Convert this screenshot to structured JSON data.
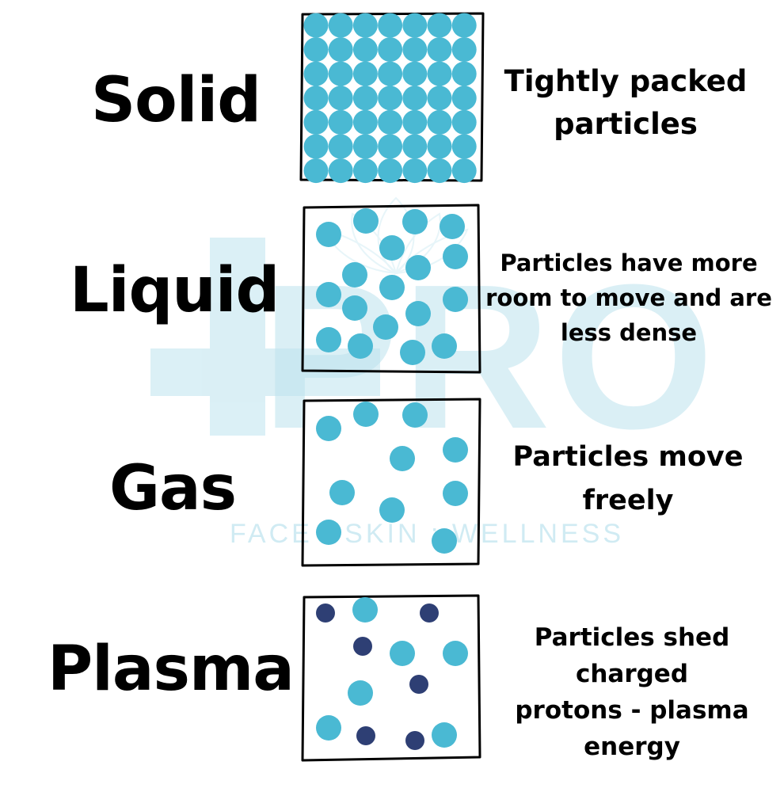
{
  "colors": {
    "particle": "#4ab9d3",
    "charged_particle": "#2e3f74",
    "outline": "#000000",
    "watermark": "#bde3ee"
  },
  "watermark": {
    "logo_text": "PRO",
    "tagline": "FACE : SKIN : WELLNESS"
  },
  "states": [
    {
      "name": "Solid",
      "description": "Tightly packed\nparticles",
      "particles": "grid",
      "grid": {
        "cols": 7,
        "rows": 7
      }
    },
    {
      "name": "Liquid",
      "description": "Particles have more\nroom to move and are\nless dense",
      "particles": "scattered"
    },
    {
      "name": "Gas",
      "description": "Particles move\nfreely",
      "particles": "scattered"
    },
    {
      "name": "Plasma",
      "description": "Particles shed charged\nprotons - plasma\nenergy",
      "particles": "scattered"
    }
  ]
}
